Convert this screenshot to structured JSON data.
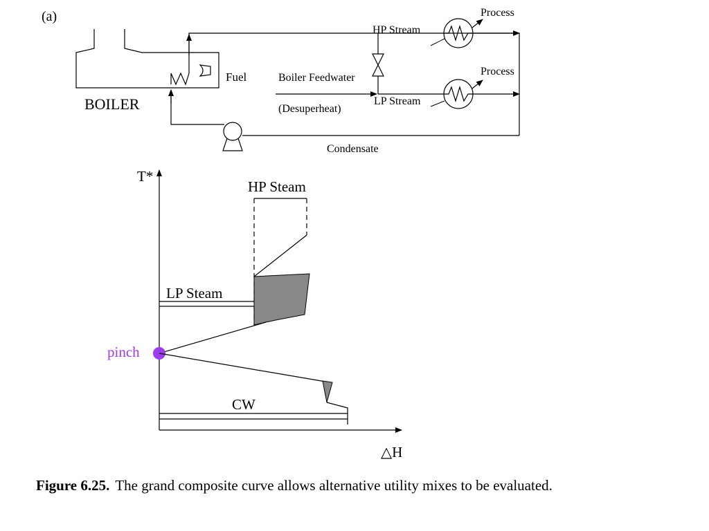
{
  "flowsheet": {
    "panel_label": "(a)",
    "boiler_label": "BOILER",
    "fuel_label": "Fuel",
    "hp_stream_label": "HP Stream",
    "lp_stream_label": "LP Stream",
    "process_top_label": "Process",
    "process_bottom_label": "Process",
    "feedwater_label": "Boiler Feedwater",
    "desuperheat_label": "(Desuperheat)",
    "condensate_label": "Condensate"
  },
  "gcc": {
    "y_axis_label": "T*",
    "x_axis_label": "△H",
    "hp_steam_label": "HP Steam",
    "lp_steam_label": "LP Steam",
    "cw_label": "CW",
    "pinch_label": "pinch",
    "pinch_color": "#9b3cf0",
    "pocket_fill": "#888888"
  },
  "caption": {
    "number": "Figure 6.25.",
    "text": "The grand composite curve allows alternative utility mixes to be evaluated."
  }
}
